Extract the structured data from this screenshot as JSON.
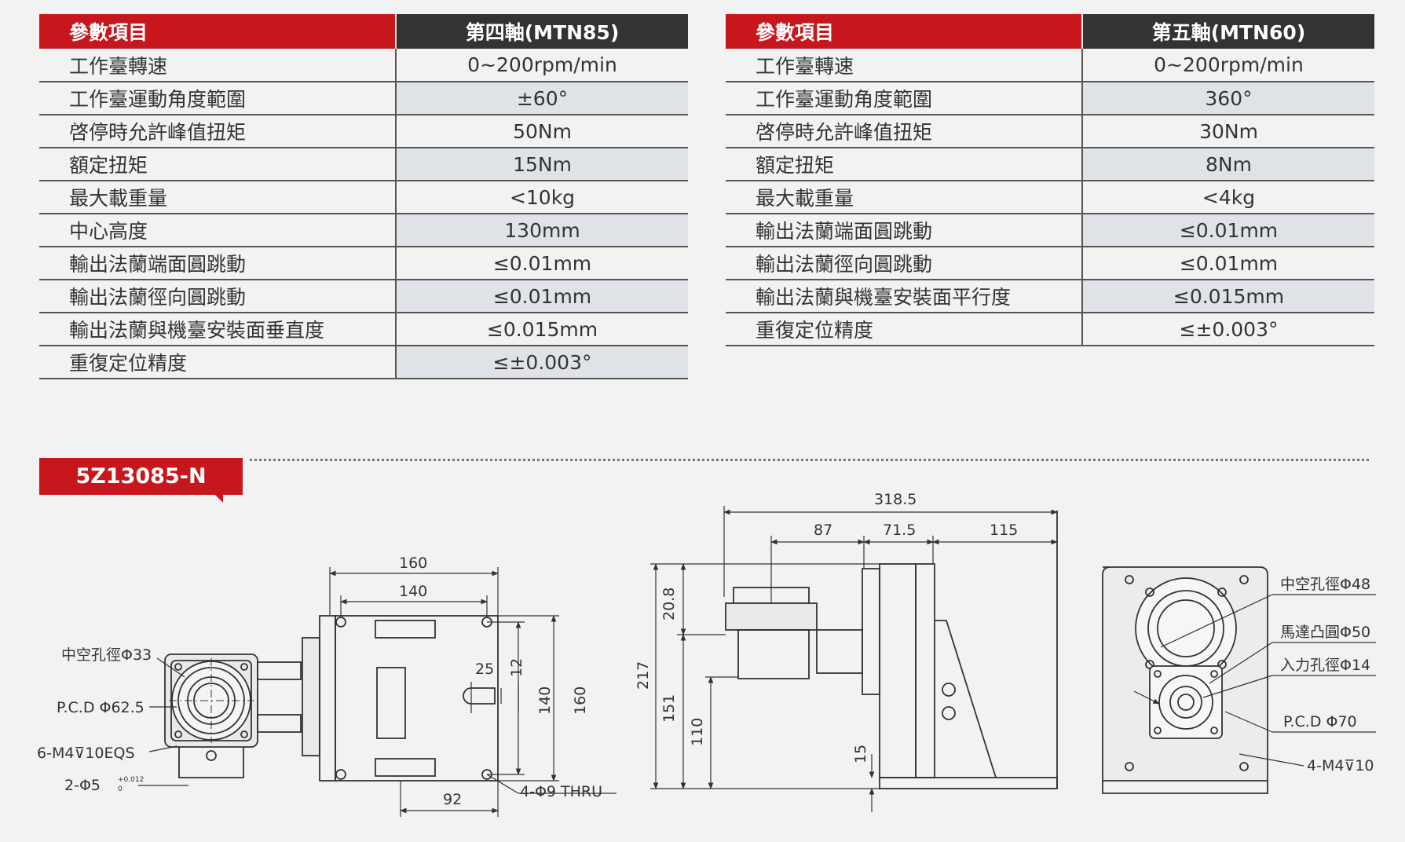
{
  "left_table": {
    "header": {
      "param": "參數項目",
      "value": "第四軸(MTN85)"
    },
    "rows": [
      {
        "param": "工作臺轉速",
        "value": "0~200rpm/min"
      },
      {
        "param": "工作臺運動角度範圍",
        "value": "±60°"
      },
      {
        "param": "啓停時允許峰值扭矩",
        "value": "50Nm"
      },
      {
        "param": "額定扭矩",
        "value": "15Nm"
      },
      {
        "param": "最大載重量",
        "value": "<10kg"
      },
      {
        "param": "中心高度",
        "value": "130mm"
      },
      {
        "param": "輸出法蘭端面圓跳動",
        "value": "≤0.01mm"
      },
      {
        "param": "輸出法蘭徑向圓跳動",
        "value": "≤0.01mm"
      },
      {
        "param": "輸出法蘭與機臺安裝面垂直度",
        "value": "≤0.015mm"
      },
      {
        "param": "重復定位精度",
        "value": "≤±0.003°"
      }
    ]
  },
  "right_table": {
    "header": {
      "param": "參數項目",
      "value": "第五軸(MTN60)"
    },
    "rows": [
      {
        "param": "工作臺轉速",
        "value": "0~200rpm/min"
      },
      {
        "param": "工作臺運動角度範圍",
        "value": "360°"
      },
      {
        "param": "啓停時允許峰值扭矩",
        "value": "30Nm"
      },
      {
        "param": "額定扭矩",
        "value": "8Nm"
      },
      {
        "param": "最大載重量",
        "value": "<4kg"
      },
      {
        "param": "輸出法蘭端面圓跳動",
        "value": "≤0.01mm"
      },
      {
        "param": "輸出法蘭徑向圓跳動",
        "value": "≤0.01mm"
      },
      {
        "param": "輸出法蘭與機臺安裝面平行度",
        "value": "≤0.015mm"
      },
      {
        "param": "重復定位精度",
        "value": "≤±0.003°"
      }
    ]
  },
  "model": {
    "name": "5Z13085-N"
  },
  "drawing1": {
    "hollow_hole": "中空孔徑Φ33",
    "pcd": "P.C.D Φ62.5",
    "tapped": "6-M4⊽10EQS",
    "pin_hole": "2-Φ5",
    "pin_tol_upper": "+0.012",
    "pin_tol_lower": "0"
  },
  "drawing2": {
    "dim_160_top": "160",
    "dim_140_top": "140",
    "dim_25": "25",
    "dim_12": "12",
    "dim_140_side": "140",
    "dim_160_side": "160",
    "dim_92": "92",
    "holes": "4-Φ9  THRU"
  },
  "drawing3": {
    "dim_318_5": "318.5",
    "dim_87": "87",
    "dim_71_5": "71.5",
    "dim_115": "115",
    "dim_20_8": "20.8",
    "dim_217": "217",
    "dim_151": "151",
    "dim_110": "110",
    "dim_15": "15"
  },
  "drawing4": {
    "hollow_hole": "中空孔徑Φ48",
    "motor_boss": "馬達凸圓Φ50",
    "input_hole": "入力孔徑Φ14",
    "pcd": "P.C.D Φ70",
    "tapped": "4-M4⊽10"
  },
  "colors": {
    "accent": "#c8161d",
    "header_dark": "#333333",
    "stripe": "#dfe3e8",
    "background": "#f2f2f2"
  }
}
